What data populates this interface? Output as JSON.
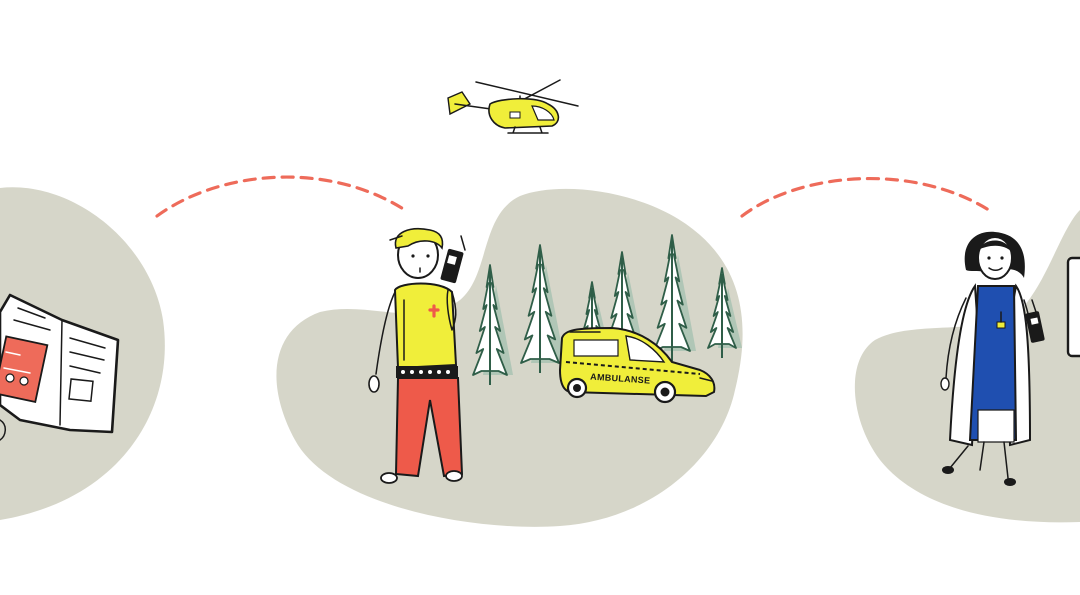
{
  "scene": {
    "colors": {
      "blob": "#d6d6c9",
      "dash": "#ee6b5a",
      "yellow": "#f0ee3a",
      "red": "#ee5a4a",
      "tree": "#2f5e48",
      "tree_shadow": "#9fbfae",
      "blue": "#1f4fb0",
      "outline": "#1a1a1a"
    },
    "ambulance": {
      "label": "AMBULANSE"
    },
    "icons": [
      "manual-book-icon",
      "helicopter-icon",
      "paramedic-figure",
      "ambulance-car-icon",
      "pine-tree-icon",
      "doctor-figure",
      "tablet-icon",
      "radio-icon"
    ]
  }
}
